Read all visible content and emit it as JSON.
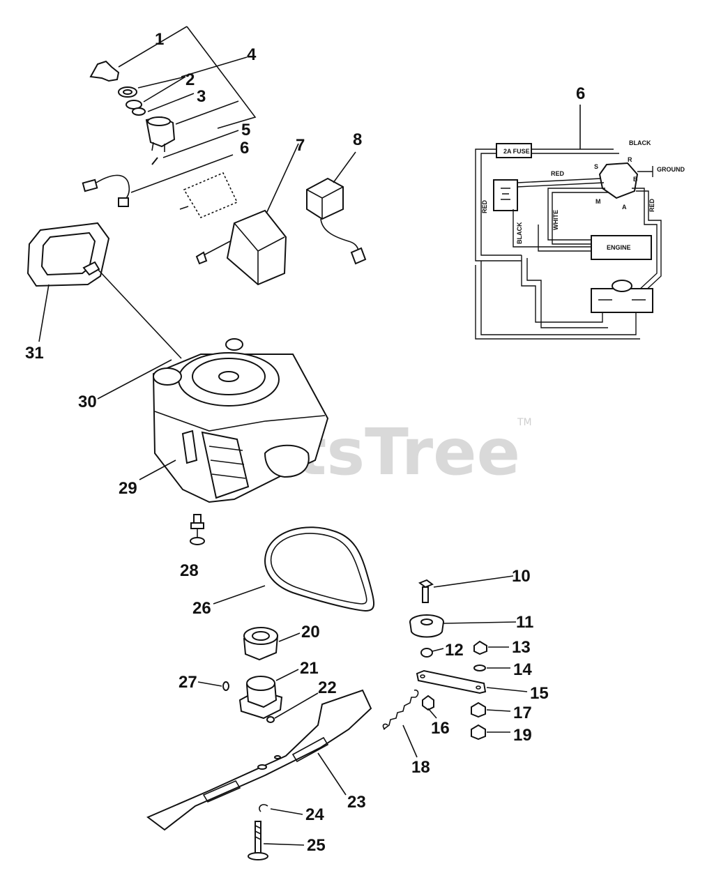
{
  "watermark": {
    "text": "PartsTree",
    "trademark": "TM"
  },
  "callouts": [
    {
      "id": "c1",
      "label": "1"
    },
    {
      "id": "c2",
      "label": "2"
    },
    {
      "id": "c3",
      "label": "3"
    },
    {
      "id": "c4",
      "label": "4"
    },
    {
      "id": "c5",
      "label": "5"
    },
    {
      "id": "c6a",
      "label": "6"
    },
    {
      "id": "c6b",
      "label": "6"
    },
    {
      "id": "c7",
      "label": "7"
    },
    {
      "id": "c8",
      "label": "8"
    },
    {
      "id": "c10",
      "label": "10"
    },
    {
      "id": "c11",
      "label": "11"
    },
    {
      "id": "c12",
      "label": "12"
    },
    {
      "id": "c13",
      "label": "13"
    },
    {
      "id": "c14",
      "label": "14"
    },
    {
      "id": "c15",
      "label": "15"
    },
    {
      "id": "c16",
      "label": "16"
    },
    {
      "id": "c17",
      "label": "17"
    },
    {
      "id": "c18",
      "label": "18"
    },
    {
      "id": "c19",
      "label": "19"
    },
    {
      "id": "c20",
      "label": "20"
    },
    {
      "id": "c21",
      "label": "21"
    },
    {
      "id": "c22",
      "label": "22"
    },
    {
      "id": "c23",
      "label": "23"
    },
    {
      "id": "c24",
      "label": "24"
    },
    {
      "id": "c25",
      "label": "25"
    },
    {
      "id": "c26",
      "label": "26"
    },
    {
      "id": "c27",
      "label": "27"
    },
    {
      "id": "c28",
      "label": "28"
    },
    {
      "id": "c29",
      "label": "29"
    },
    {
      "id": "c30",
      "label": "30"
    },
    {
      "id": "c31",
      "label": "31"
    }
  ],
  "wiring": {
    "fuse": "2A FUSE",
    "engine": "ENGINE",
    "ground": "GROUND",
    "wires": {
      "black_top": "BLACK",
      "red_top": "RED",
      "red_left": "RED",
      "black_left": "BLACK",
      "white": "WHITE",
      "red_right": "RED"
    },
    "terminals": {
      "s": "S",
      "r": "R",
      "b": "B",
      "m": "M",
      "a": "A"
    }
  }
}
